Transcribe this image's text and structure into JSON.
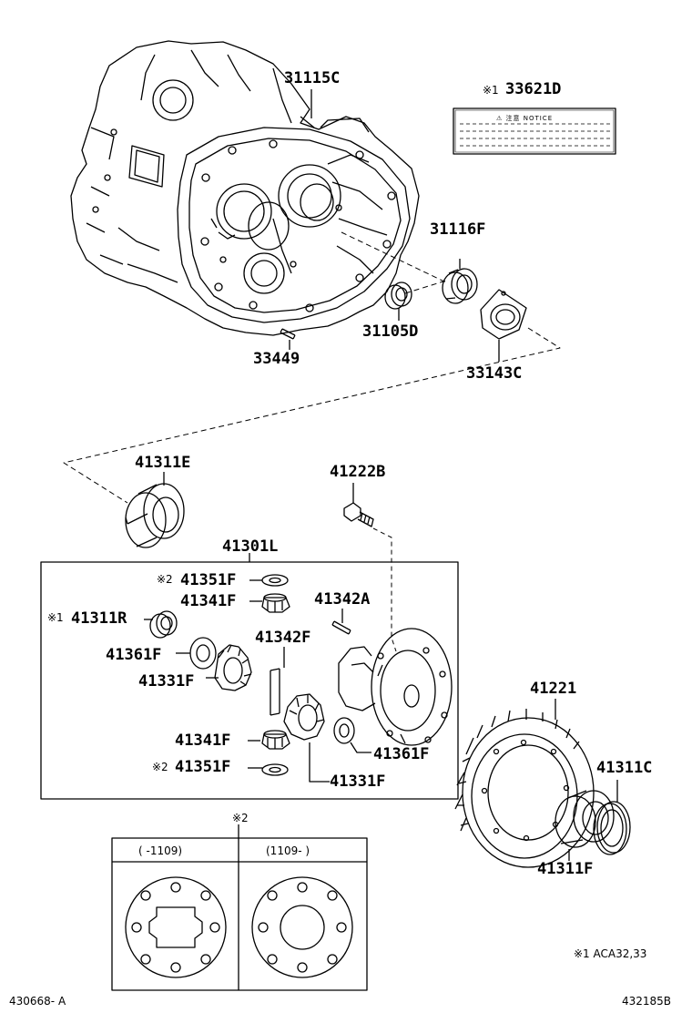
{
  "parts": {
    "p31115C": "31115C",
    "p33621D": "33621D",
    "p33621D_mark": "※1",
    "p31116F": "31116F",
    "p31105D": "31105D",
    "p33449": "33449",
    "p33143C": "33143C",
    "p41311E": "41311E",
    "p41222B": "41222B",
    "p41301L": "41301L",
    "p41351F_top": "41351F",
    "p41351F_top_mark": "※2",
    "p41341F_top": "41341F",
    "p41342A": "41342A",
    "p41311R": "41311R",
    "p41311R_mark": "※1",
    "p41342F": "41342F",
    "p41361F_left": "41361F",
    "p41331F_left": "41331F",
    "p41341F_bot": "41341F",
    "p41351F_bot": "41351F",
    "p41351F_bot_mark": "※2",
    "p41361F_right": "41361F",
    "p41331F_right": "41331F",
    "p41221": "41221",
    "p41311C": "41311C",
    "p41311F": "41311F"
  },
  "notice_label": {
    "text": "⚠ 注意   NOTICE"
  },
  "table": {
    "mark": "※2",
    "col1": "(      -1109)",
    "col2": "(1109-      )"
  },
  "footnote": "※1 ACA32,33",
  "codes": {
    "left": "430668- A",
    "right": "432185B"
  }
}
